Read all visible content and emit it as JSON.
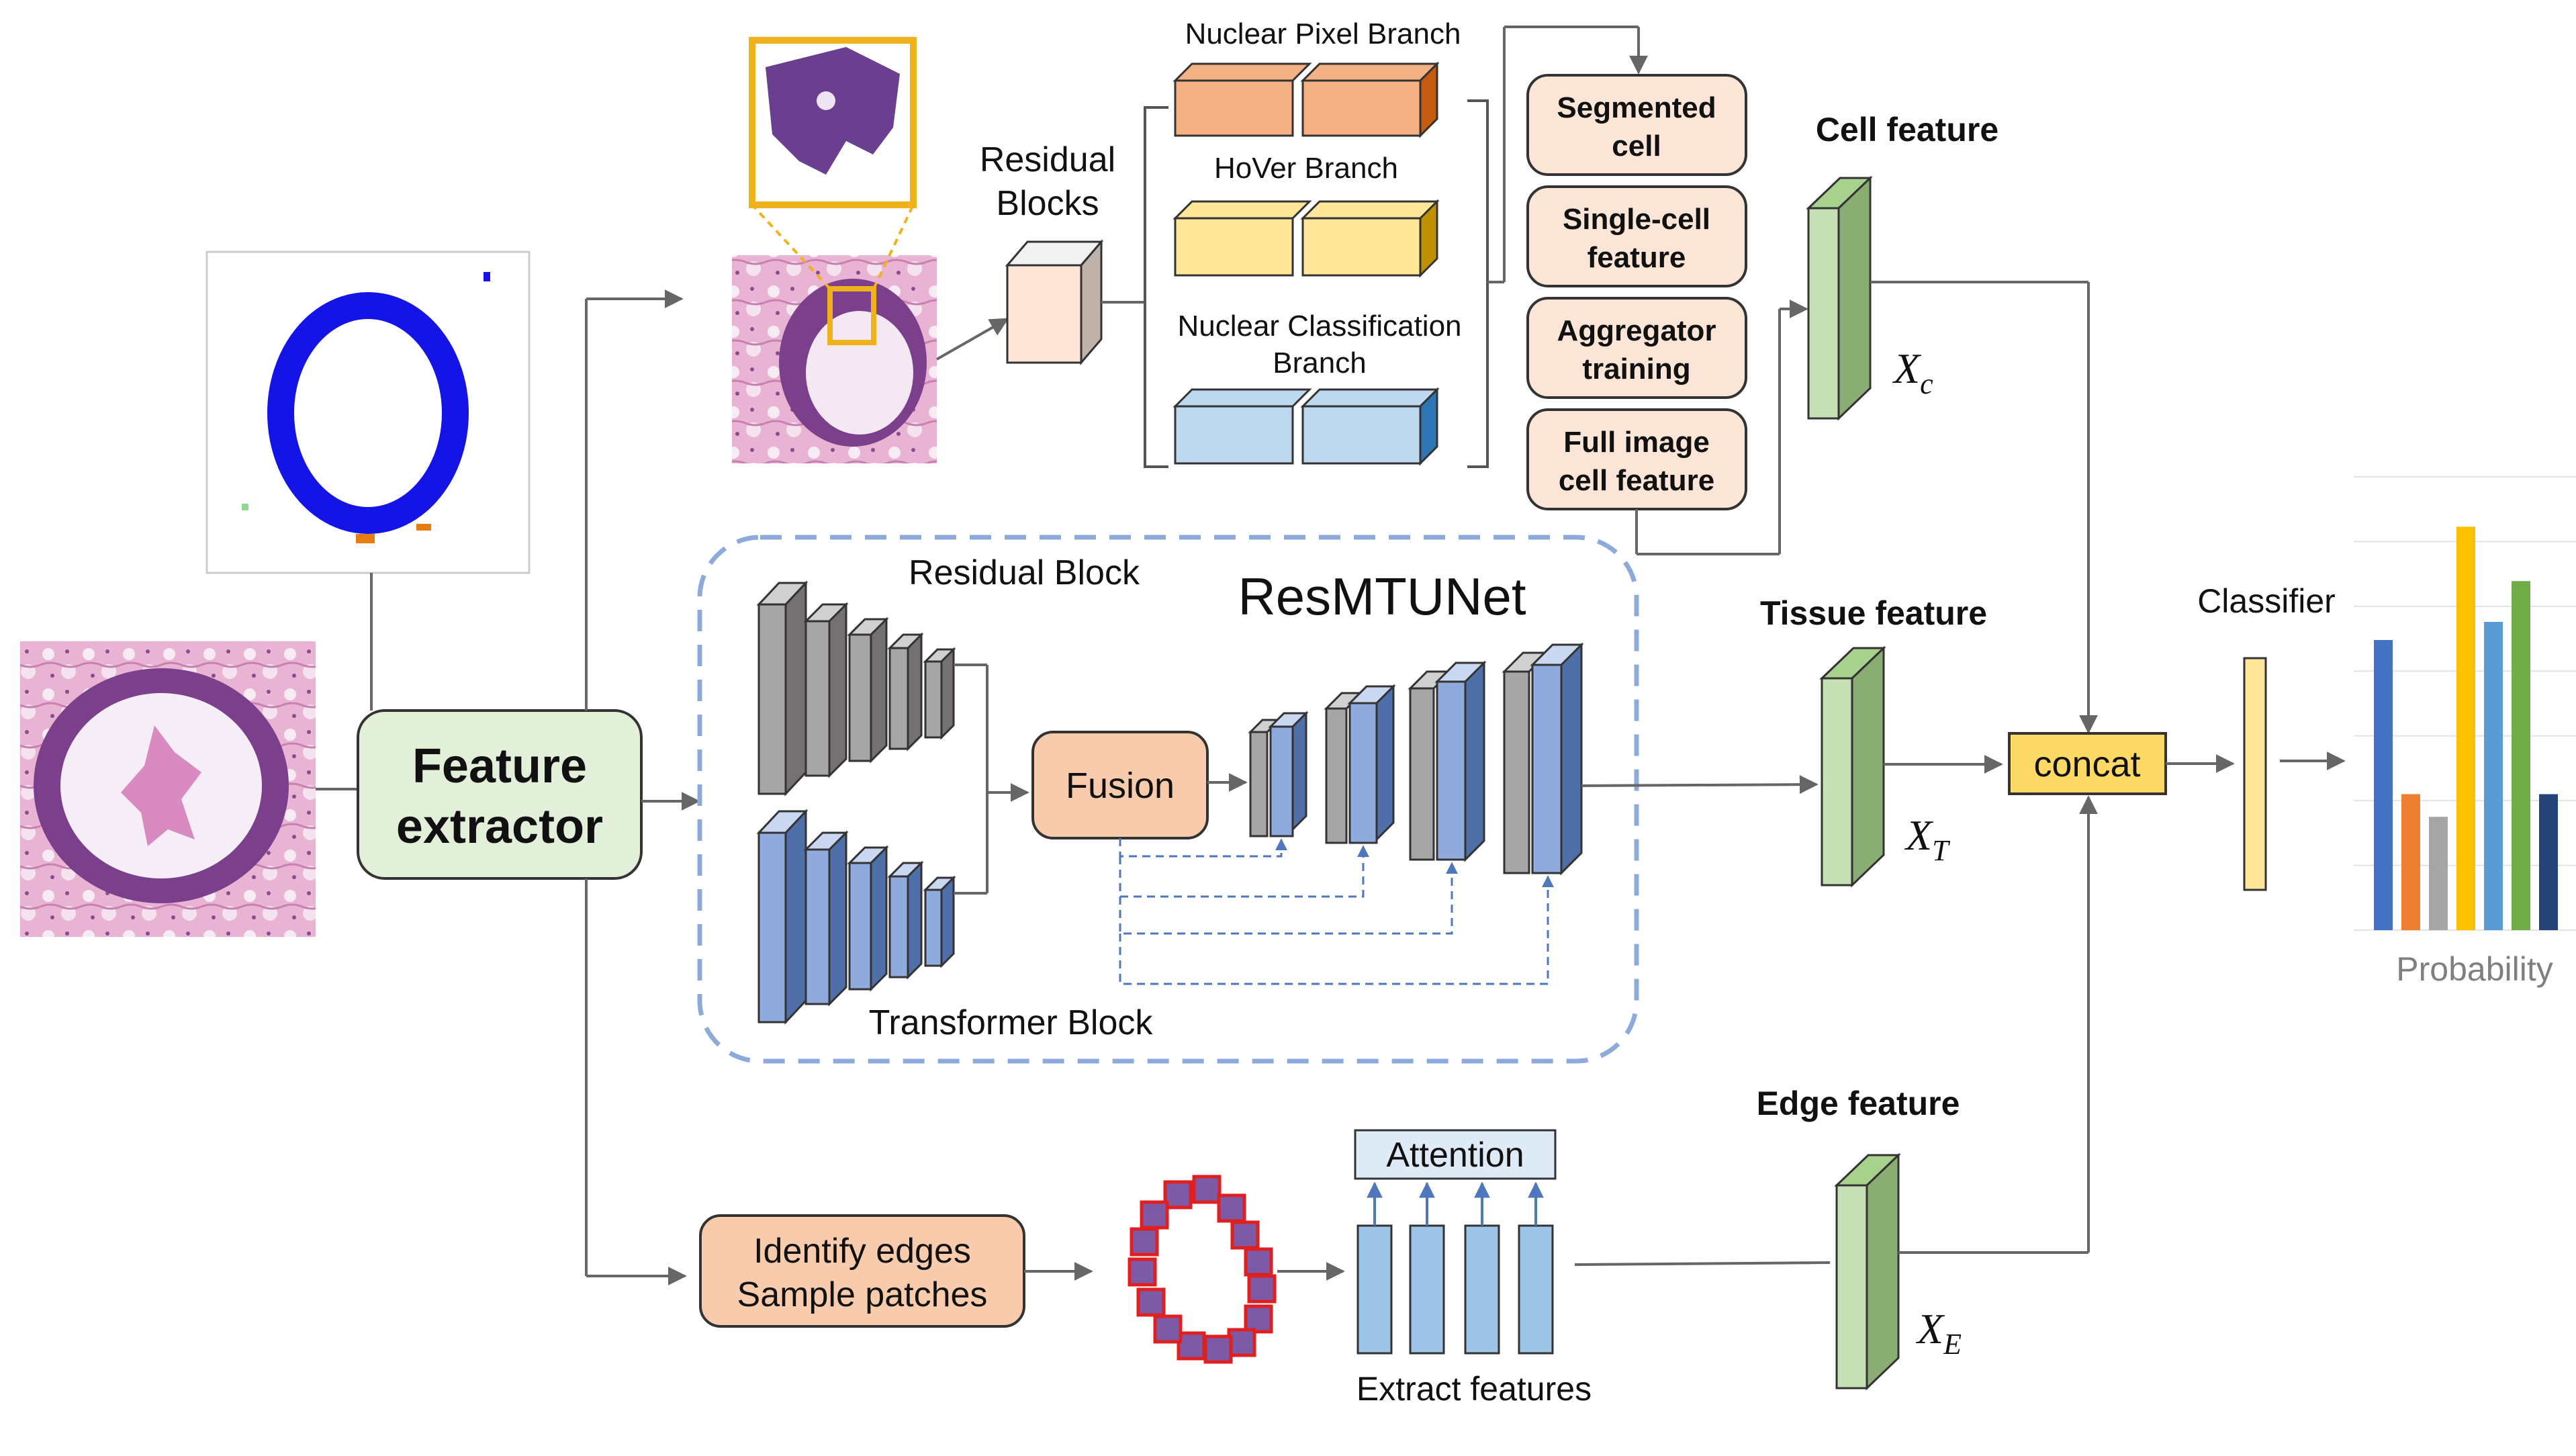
{
  "feature_extractor": {
    "line1": "Feature",
    "line2": "extractor"
  },
  "cell": {
    "residual_line1": "Residual",
    "residual_line2": "Blocks",
    "branch_nuclear_pixel": "Nuclear Pixel Branch",
    "branch_hover": "HoVer Branch",
    "branch_class_line1": "Nuclear Classification",
    "branch_class_line2": "Branch",
    "steps": [
      {
        "line1": "Segmented",
        "line2": "cell"
      },
      {
        "line1": "Single-cell",
        "line2": "feature"
      },
      {
        "line1": "Aggregator",
        "line2": "training"
      },
      {
        "line1": "Full image",
        "line2": "cell feature"
      }
    ],
    "title": "Cell feature",
    "symbol": "X",
    "subscript": "c"
  },
  "tissue": {
    "title": "ResMTUNet",
    "residual_block": "Residual Block",
    "transformer_block": "Transformer Block",
    "fusion": "Fusion",
    "feature_title": "Tissue feature",
    "symbol": "X",
    "subscript": "T"
  },
  "edge": {
    "identify_line1": "Identify edges",
    "identify_line2": "Sample patches",
    "attention": "Attention",
    "extract": "Extract features",
    "title": "Edge feature",
    "symbol": "X",
    "subscript": "E"
  },
  "concat": "concat",
  "classifier": "Classifier",
  "probability": "Probability",
  "prob_chart": {
    "values": [
      0.64,
      0.3,
      0.25,
      0.89,
      0.68,
      0.77,
      0.3
    ],
    "colors": [
      "#4472c4",
      "#ed7d31",
      "#a5a5a5",
      "#ffc000",
      "#5b9bd5",
      "#70ad47",
      "#264478"
    ]
  },
  "colors": {
    "peach": "#f9d3be",
    "green_box": "#e2f0d9",
    "yellow": "#ffe699",
    "blue_block": "#8faadc",
    "gray_block": "#a6a6a6",
    "orange_block": "#f4b183",
    "light_blue": "#bdd7ee",
    "feature_green": "#c5e0b4",
    "dashed_blue": "#7f9fd1"
  }
}
